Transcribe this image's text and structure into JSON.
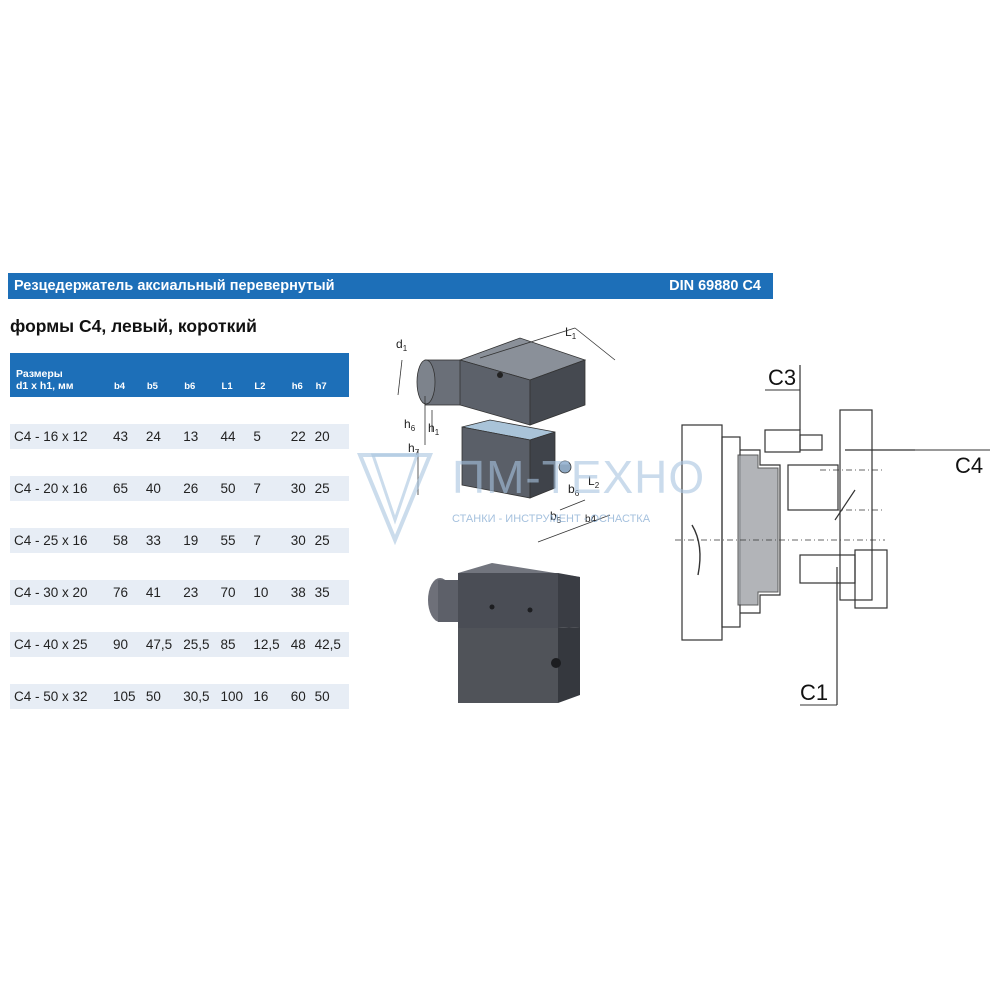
{
  "banner": {
    "title": "Резцедержатель аксиальный перевернутый",
    "standard": "DIN 69880 C4"
  },
  "subtitle": "формы C4, левый, короткий",
  "table": {
    "header_first_line1": "Размеры",
    "header_first_line2": "d1 x h1, мм",
    "columns": [
      "b4",
      "b5",
      "b6",
      "L1",
      "L2",
      "h6",
      "h7"
    ],
    "rows": [
      {
        "size": "C4 - 16 x 12",
        "values": [
          "43",
          "24",
          "13",
          "44",
          "5",
          "22",
          "20"
        ]
      },
      {
        "size": "C4 - 20 x 16",
        "values": [
          "65",
          "40",
          "26",
          "50",
          "7",
          "30",
          "25"
        ]
      },
      {
        "size": "C4 - 25 x 16",
        "values": [
          "58",
          "33",
          "19",
          "55",
          "7",
          "30",
          "25"
        ]
      },
      {
        "size": "C4 - 30 x 20",
        "values": [
          "76",
          "41",
          "23",
          "70",
          "10",
          "38",
          "35"
        ]
      },
      {
        "size": "C4 - 40 x 25",
        "values": [
          "90",
          "47,5",
          "25,5",
          "85",
          "12,5",
          "48",
          "42,5"
        ]
      },
      {
        "size": "C4 - 50 x 32",
        "values": [
          "105",
          "50",
          "30,5",
          "100",
          "16",
          "60",
          "50"
        ]
      }
    ]
  },
  "drawing_labels": {
    "d": "d",
    "d_sub": "1",
    "L": "L",
    "L1_sub": "1",
    "L2_sub": "2",
    "h": "h",
    "h6_sub": "6",
    "h1_sub": "1",
    "h7_sub": "7",
    "b": "b",
    "b5_sub": "5",
    "b6_sub": "6",
    "b4": "b4"
  },
  "scheme_labels": {
    "c3": "C3",
    "c4": "C4",
    "c1": "C1"
  },
  "watermark": {
    "text": "ПМ-ТЕХНО",
    "subtitle": "СТАНКИ - ИНСТРУМЕНТ - ОСНАСТКА"
  },
  "colors": {
    "banner": "#1d6fb8",
    "row": "#e7edf5"
  }
}
